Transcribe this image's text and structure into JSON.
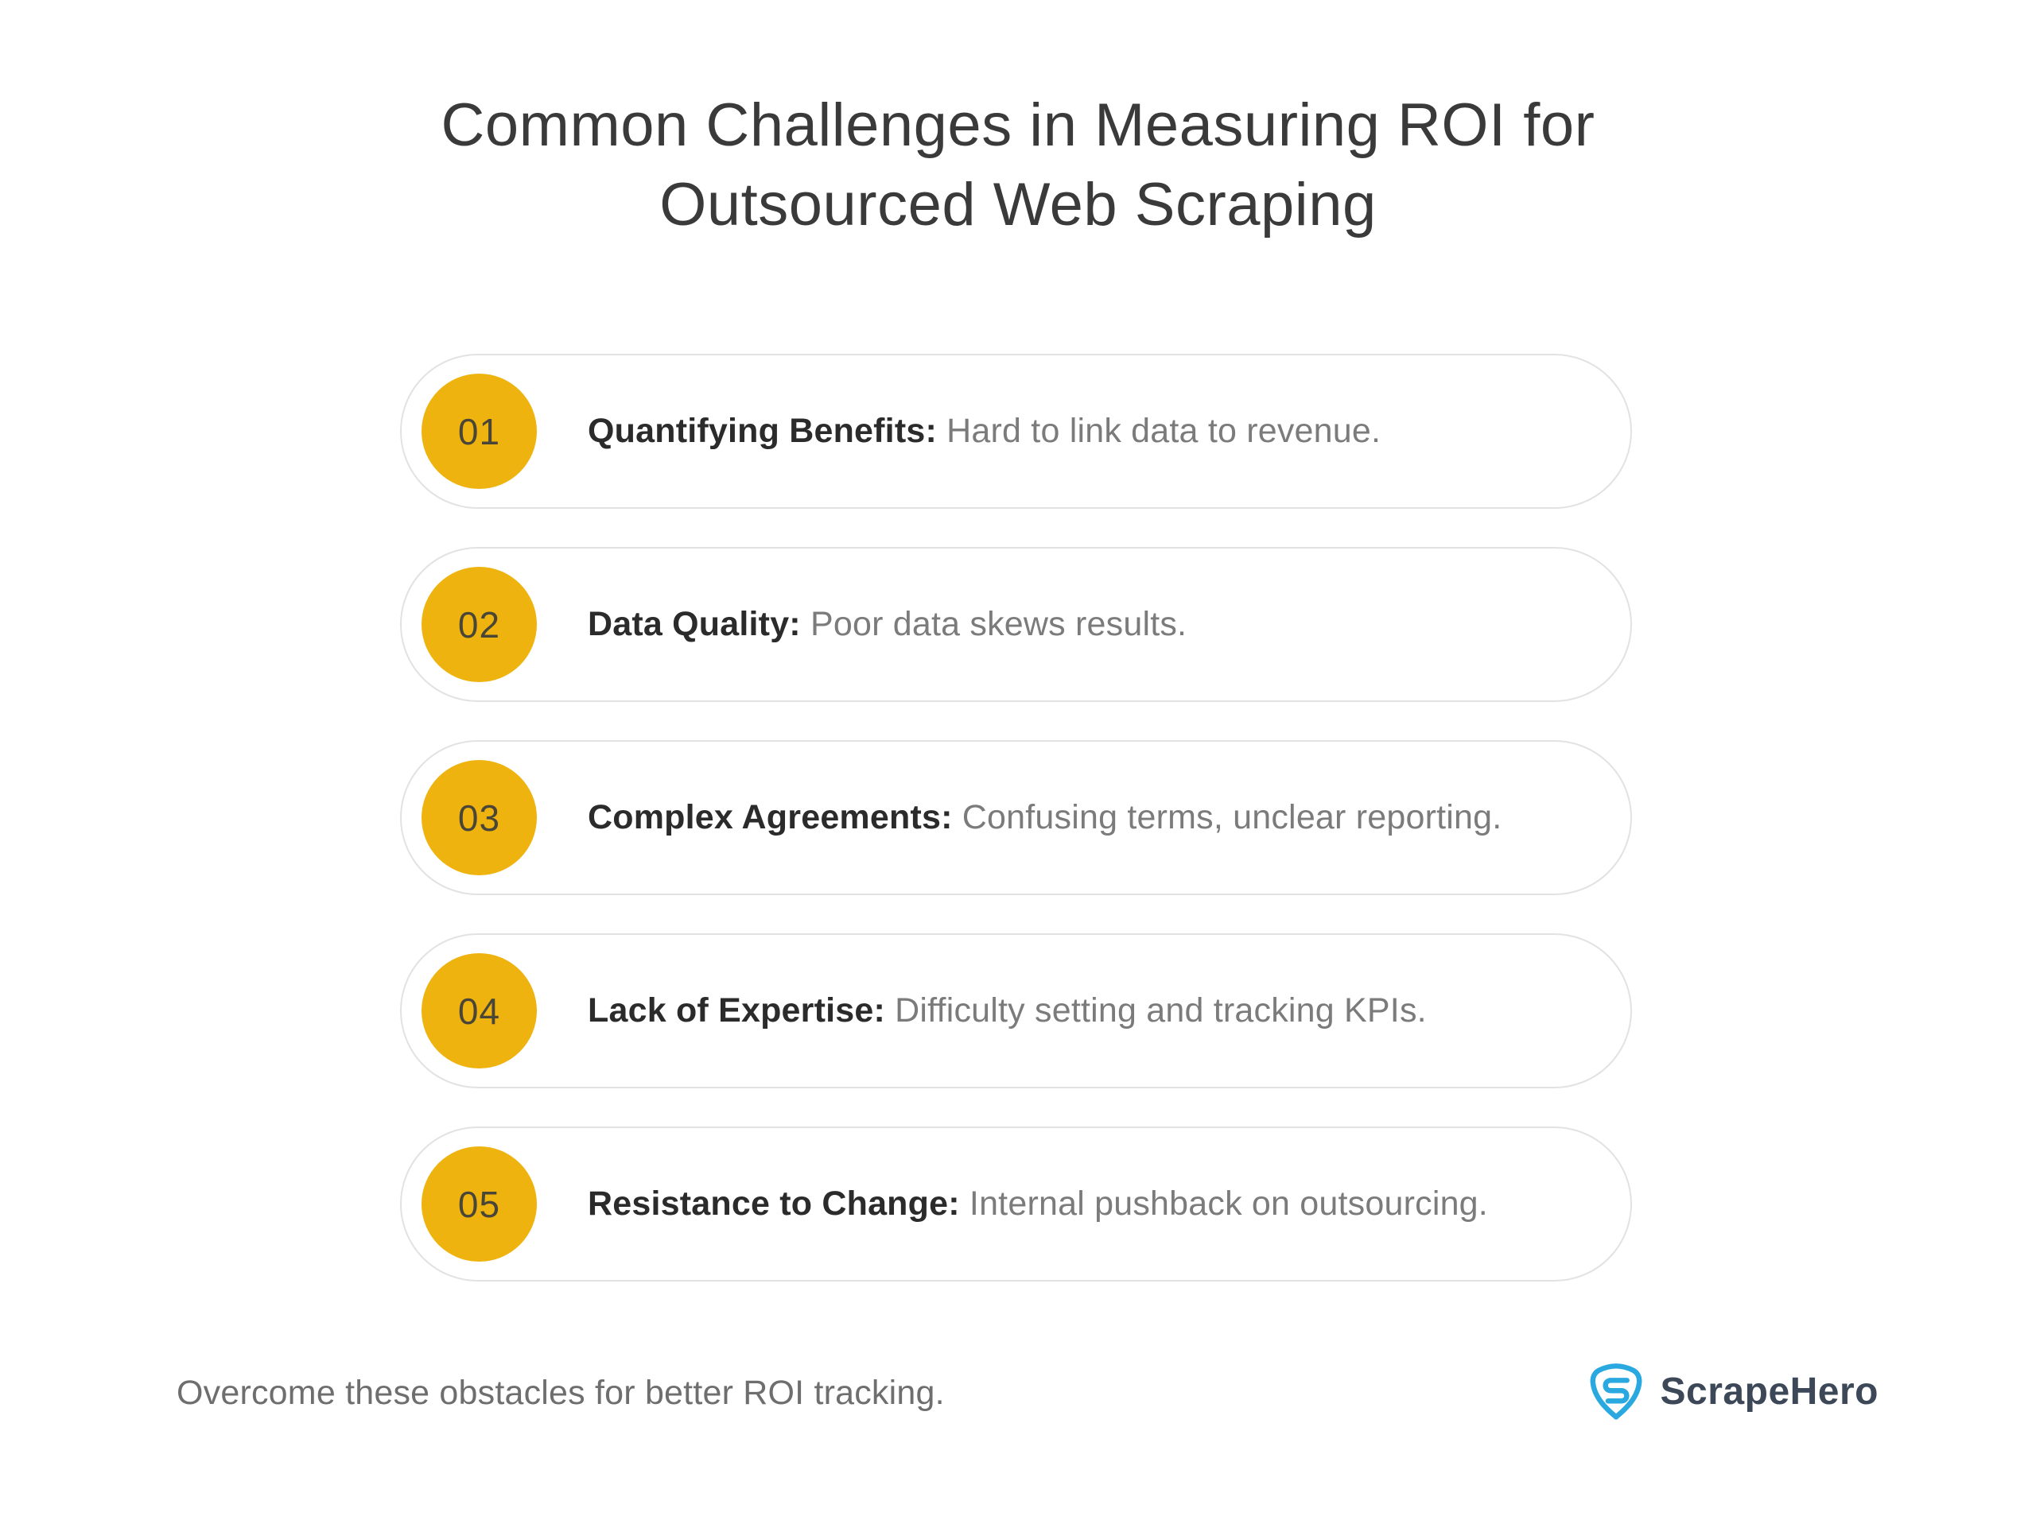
{
  "title": {
    "line1": "Common Challenges in Measuring ROI for",
    "line2": "Outsourced Web Scraping"
  },
  "items": [
    {
      "number": "01",
      "label": "Quantifying Benefits:",
      "description": "Hard to link data to revenue."
    },
    {
      "number": "02",
      "label": "Data Quality:",
      "description": "Poor data skews results."
    },
    {
      "number": "03",
      "label": "Complex Agreements:",
      "description": "Confusing terms, unclear reporting."
    },
    {
      "number": "04",
      "label": "Lack of Expertise:",
      "description": "Difficulty setting and tracking KPIs."
    },
    {
      "number": "05",
      "label": "Resistance to Change:",
      "description": "Internal pushback on outsourcing."
    }
  ],
  "footer": {
    "note": "Overcome these obstacles for better ROI tracking.",
    "brand": "ScrapeHero"
  },
  "colors": {
    "accent_yellow": "#efb30f",
    "pill_border": "#e2e2e2",
    "title_text": "#3a3a3a",
    "label_text": "#2b2b2b",
    "description_text": "#7b7b7b",
    "footer_text": "#6e6e6e",
    "logo_blue": "#29a9e0",
    "brand_text": "#3c4858"
  }
}
